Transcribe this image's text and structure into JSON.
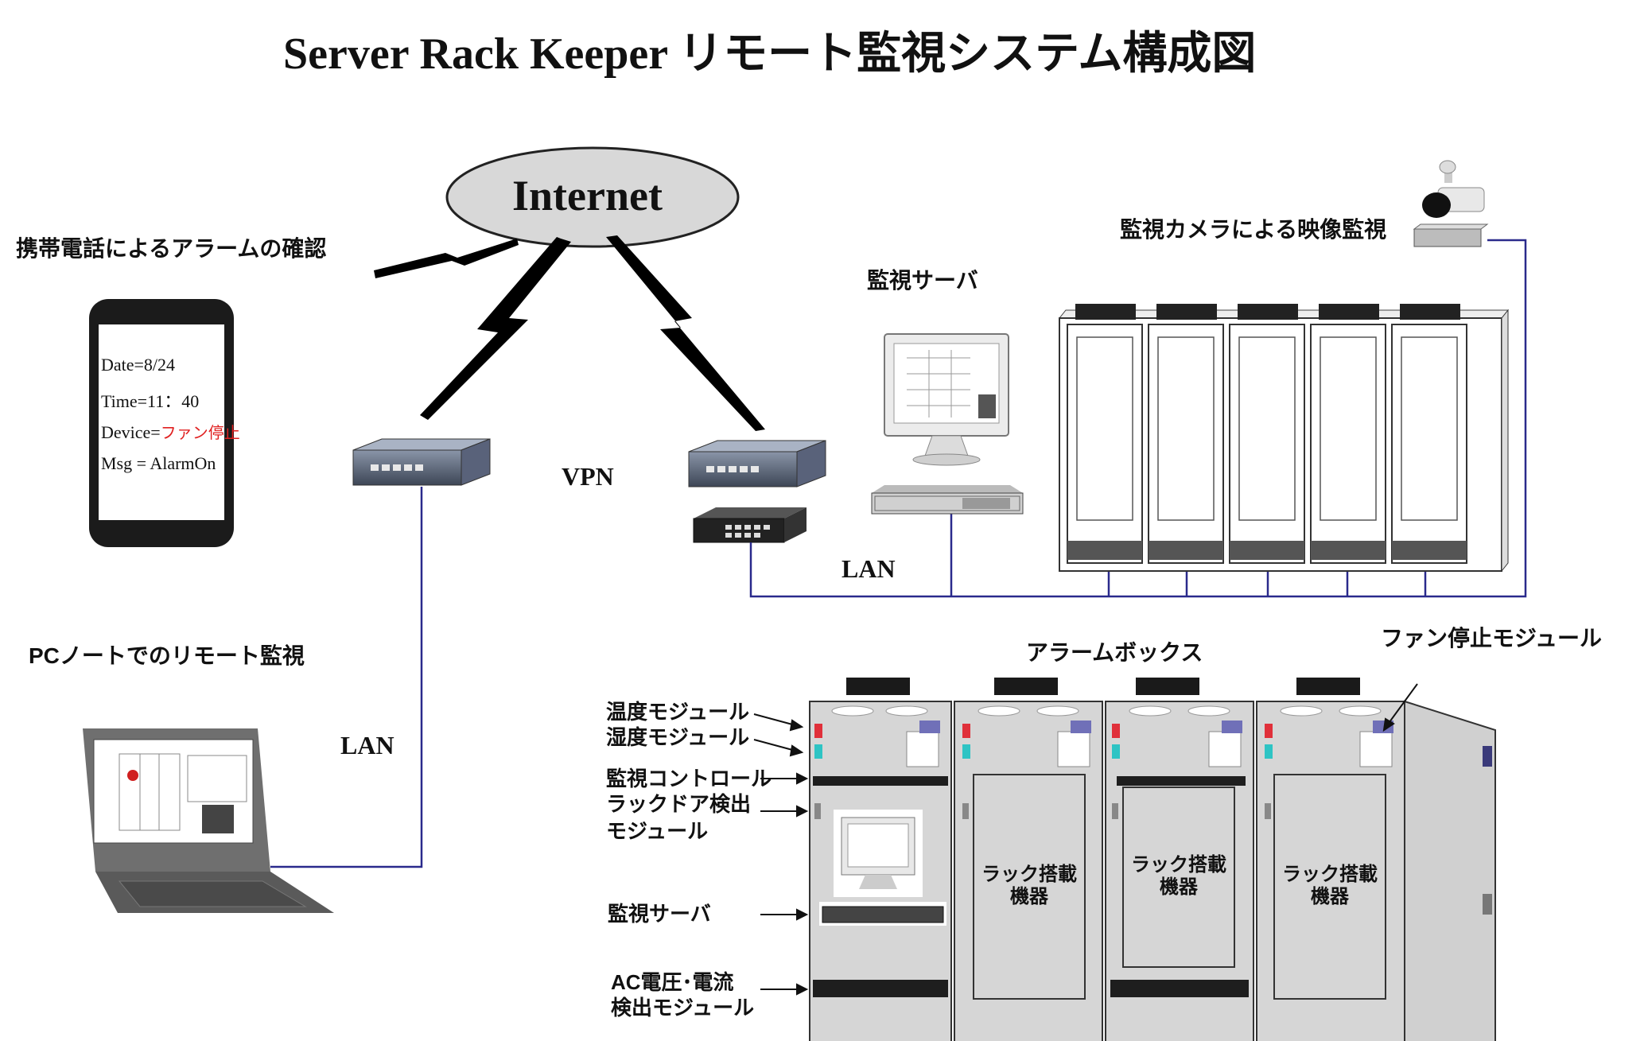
{
  "title": "Server Rack Keeper リモート監視システム構成図",
  "internet_label": "Internet",
  "vpn_label": "VPN",
  "lan_labels": {
    "right": "LAN",
    "left": "LAN"
  },
  "mobile": {
    "caption": "携帯電話によるアラームの確認",
    "lines": {
      "date": "Date=8/24",
      "time": "Time=11：40",
      "device_prefix": "Device=",
      "device_value": "ファン停止",
      "msg": "Msg = AlarmOn"
    },
    "alert_color": "#e02020"
  },
  "pc_caption": "PCノートでのリモート監視",
  "server_caption": "監視サーバ",
  "camera_caption": "監視カメラによる映像監視",
  "alarm_box_caption": "アラームボックス",
  "fan_module_caption": "ファン停止モジュール",
  "modules": {
    "temperature": "温度モジュール",
    "humidity": "湿度モジュール",
    "controller": "監視コントロール",
    "door_line1": "ラックドア検出",
    "door_line2": "モジュール",
    "server": "監視サーバ",
    "ac_line1": "AC電圧･電流",
    "ac_line2": "検出モジュール"
  },
  "rack_equipment": {
    "line1": "ラック搭載",
    "line2": "機器"
  },
  "colors": {
    "lan_line": "#2a2a8c",
    "internet_fill": "#d8d8d8",
    "rack_fill": "#d6d6d6",
    "sensor_red": "#e0303a",
    "sensor_teal": "#2ec4c4"
  },
  "icons": [
    "lightning-bolt-icon",
    "router-icon",
    "switch-icon",
    "monitor-icon",
    "server-1u-icon",
    "camera-icon",
    "laptop-icon",
    "smartphone-icon",
    "alarm-box-icon"
  ]
}
